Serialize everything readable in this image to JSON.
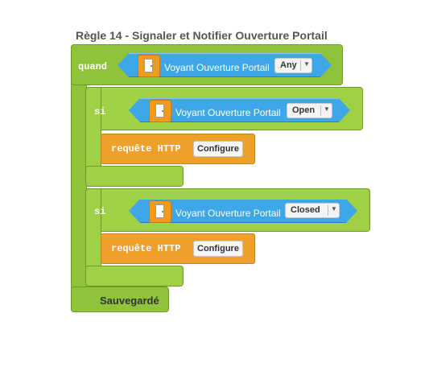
{
  "rule": {
    "title": "Règle 14 - Signaler et Notifier Ouverture Portail"
  },
  "when_block": {
    "keyword": "quand",
    "device_label": "Voyant Ouverture Portail",
    "state_value": "Any"
  },
  "conditions": [
    {
      "keyword": "si",
      "device_label": "Voyant Ouverture Portail",
      "state_value": "Open",
      "action": {
        "keyword": "requête HTTP",
        "button": "Configure"
      }
    },
    {
      "keyword": "si",
      "device_label": "Voyant Ouverture Portail",
      "state_value": "Closed",
      "action": {
        "keyword": "requête HTTP",
        "button": "Configure"
      }
    }
  ],
  "status": {
    "text": "Sauvegardé"
  },
  "icons": {
    "device": "door-icon",
    "dropdown": "chevron-down-icon"
  },
  "colors": {
    "event_block": "#8fc43a",
    "device_pill": "#3ea7e8",
    "action_block": "#efa02b",
    "device_icon": "#f29a1f"
  }
}
